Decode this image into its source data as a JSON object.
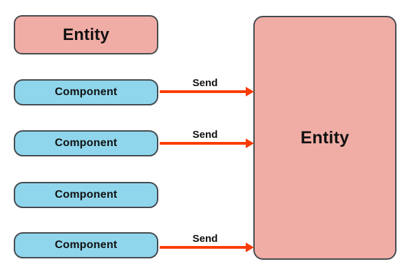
{
  "diagram": {
    "left_entity": {
      "label": "Entity"
    },
    "components": [
      {
        "label": "Component",
        "has_arrow": true
      },
      {
        "label": "Component",
        "has_arrow": true
      },
      {
        "label": "Component",
        "has_arrow": false
      },
      {
        "label": "Component",
        "has_arrow": true
      }
    ],
    "arrows": [
      {
        "label": "Send",
        "from": "component-1",
        "to": "right-entity"
      },
      {
        "label": "Send",
        "from": "component-2",
        "to": "right-entity"
      },
      {
        "label": "Send",
        "from": "component-4",
        "to": "right-entity"
      }
    ],
    "right_entity": {
      "label": "Entity"
    },
    "colors": {
      "entity_fill": "#F0ADA5",
      "component_fill": "#8FD6EC",
      "border": "#45494E",
      "arrow": "#FB3B01",
      "text": "#111111",
      "background": "#FFFFFF"
    }
  }
}
